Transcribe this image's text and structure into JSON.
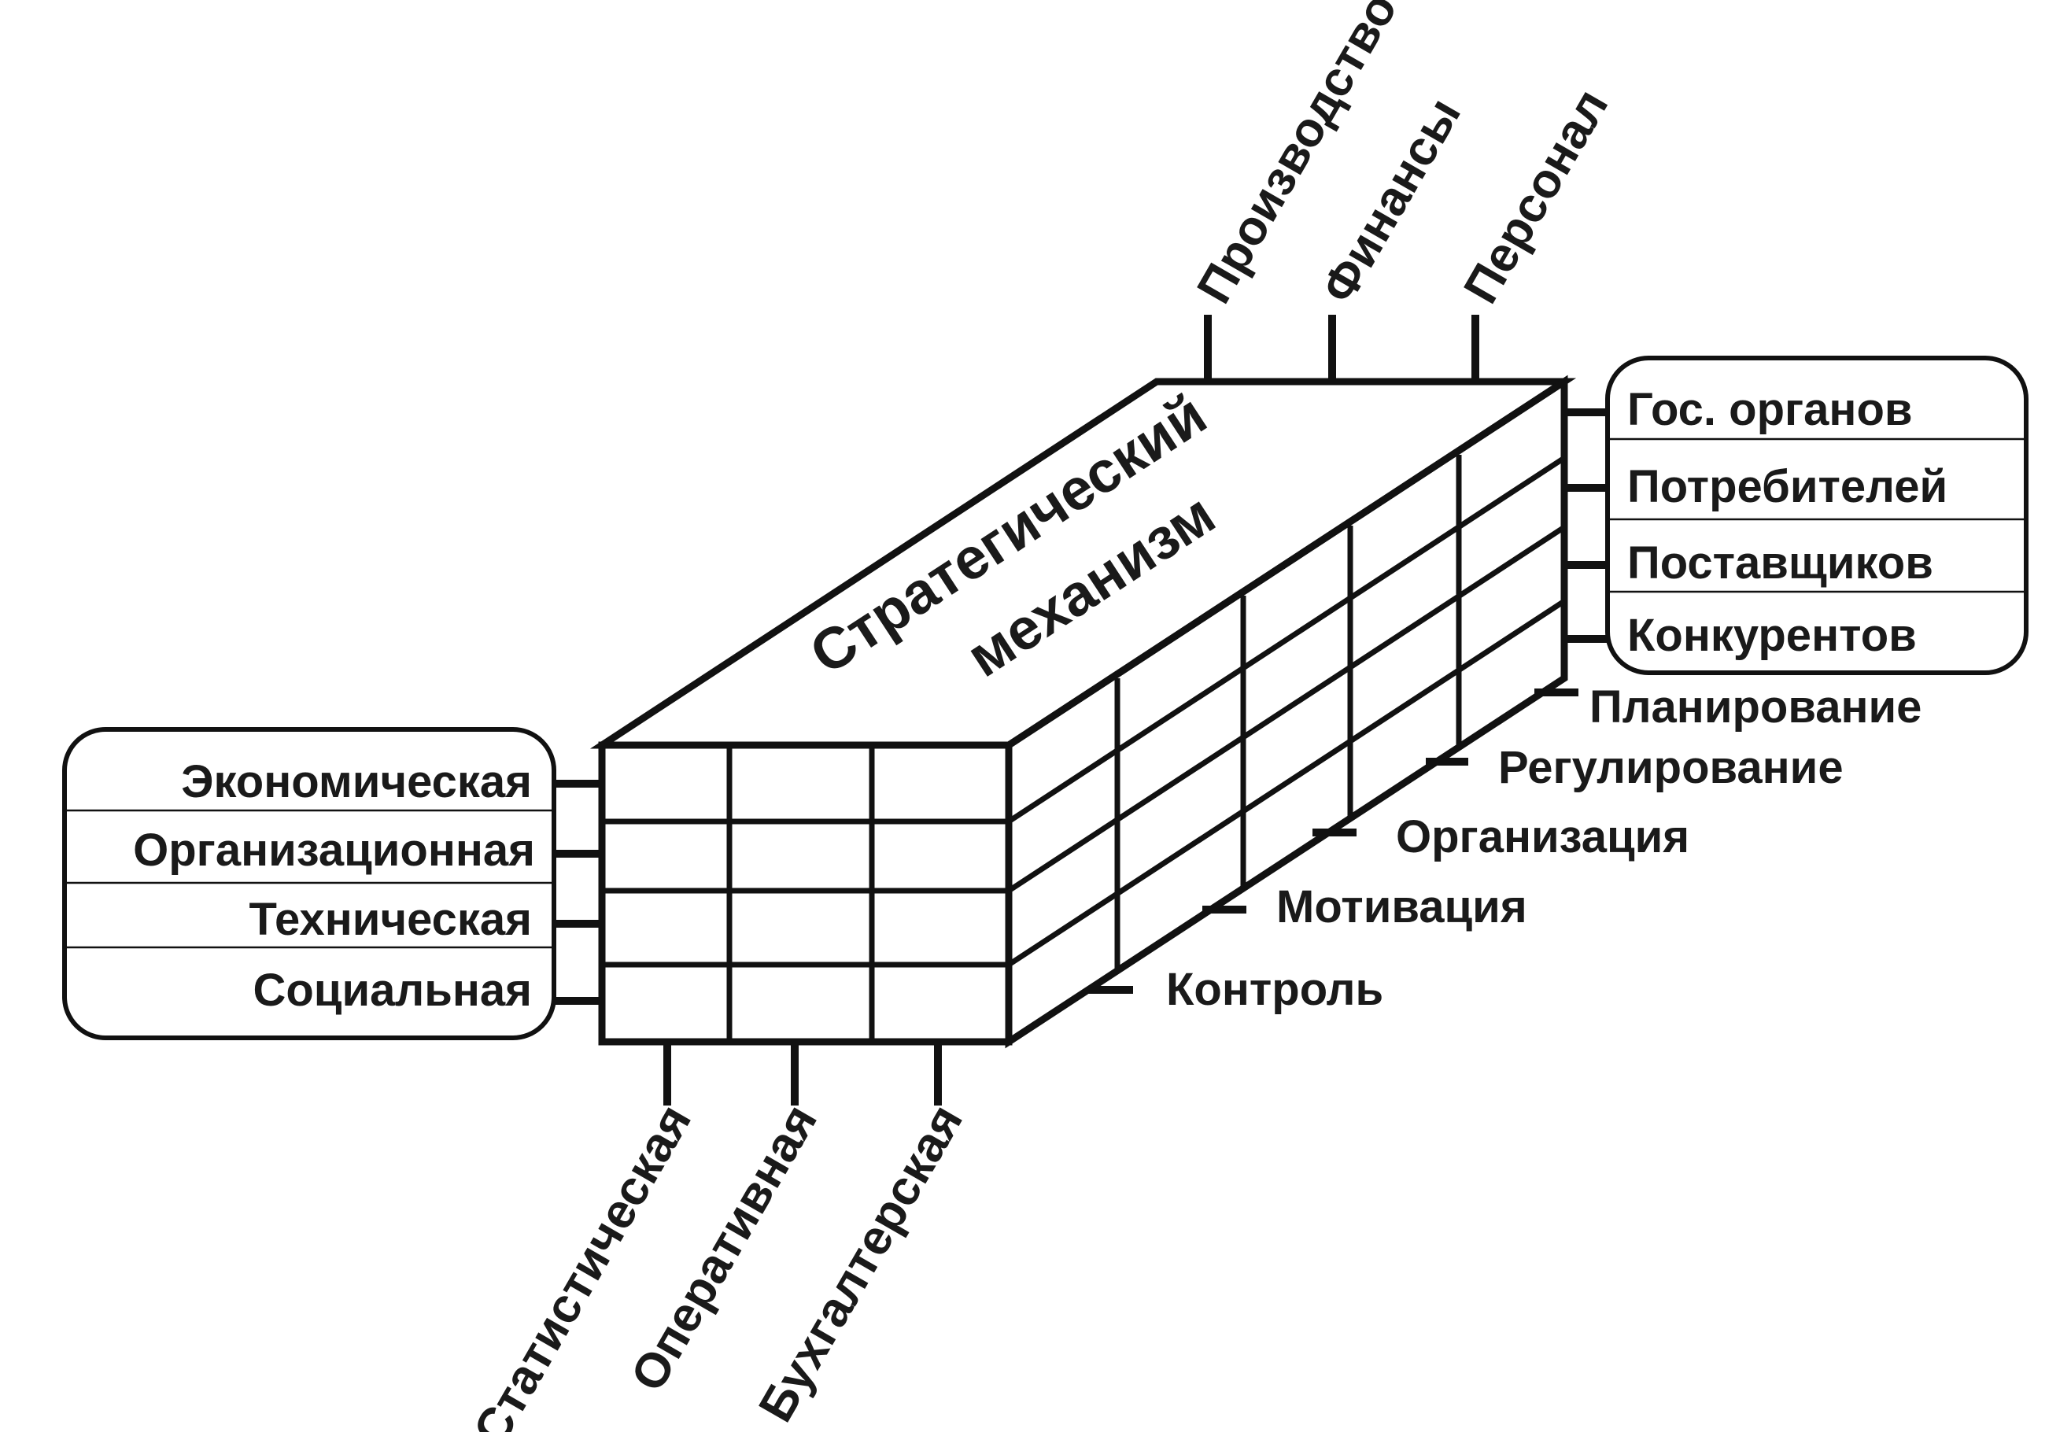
{
  "box": {
    "top_title": [
      "Стратегический",
      "механизм"
    ]
  },
  "left_panel": {
    "items": [
      "Экономическая",
      "Организационная",
      "Техническая",
      "Социальная"
    ]
  },
  "right_panel": {
    "items": [
      "Гос. органов",
      "Потребителей",
      "Поставщиков",
      "Конкурентов"
    ]
  },
  "top_labels": [
    "Производство",
    "Финансы",
    "Персонал"
  ],
  "bottom_labels": [
    "Статистическая",
    "Оперативная",
    "Бухгалтерская"
  ],
  "side_labels": [
    "Планирование",
    "Регулирование",
    "Организация",
    "Мотивация",
    "Контроль"
  ]
}
